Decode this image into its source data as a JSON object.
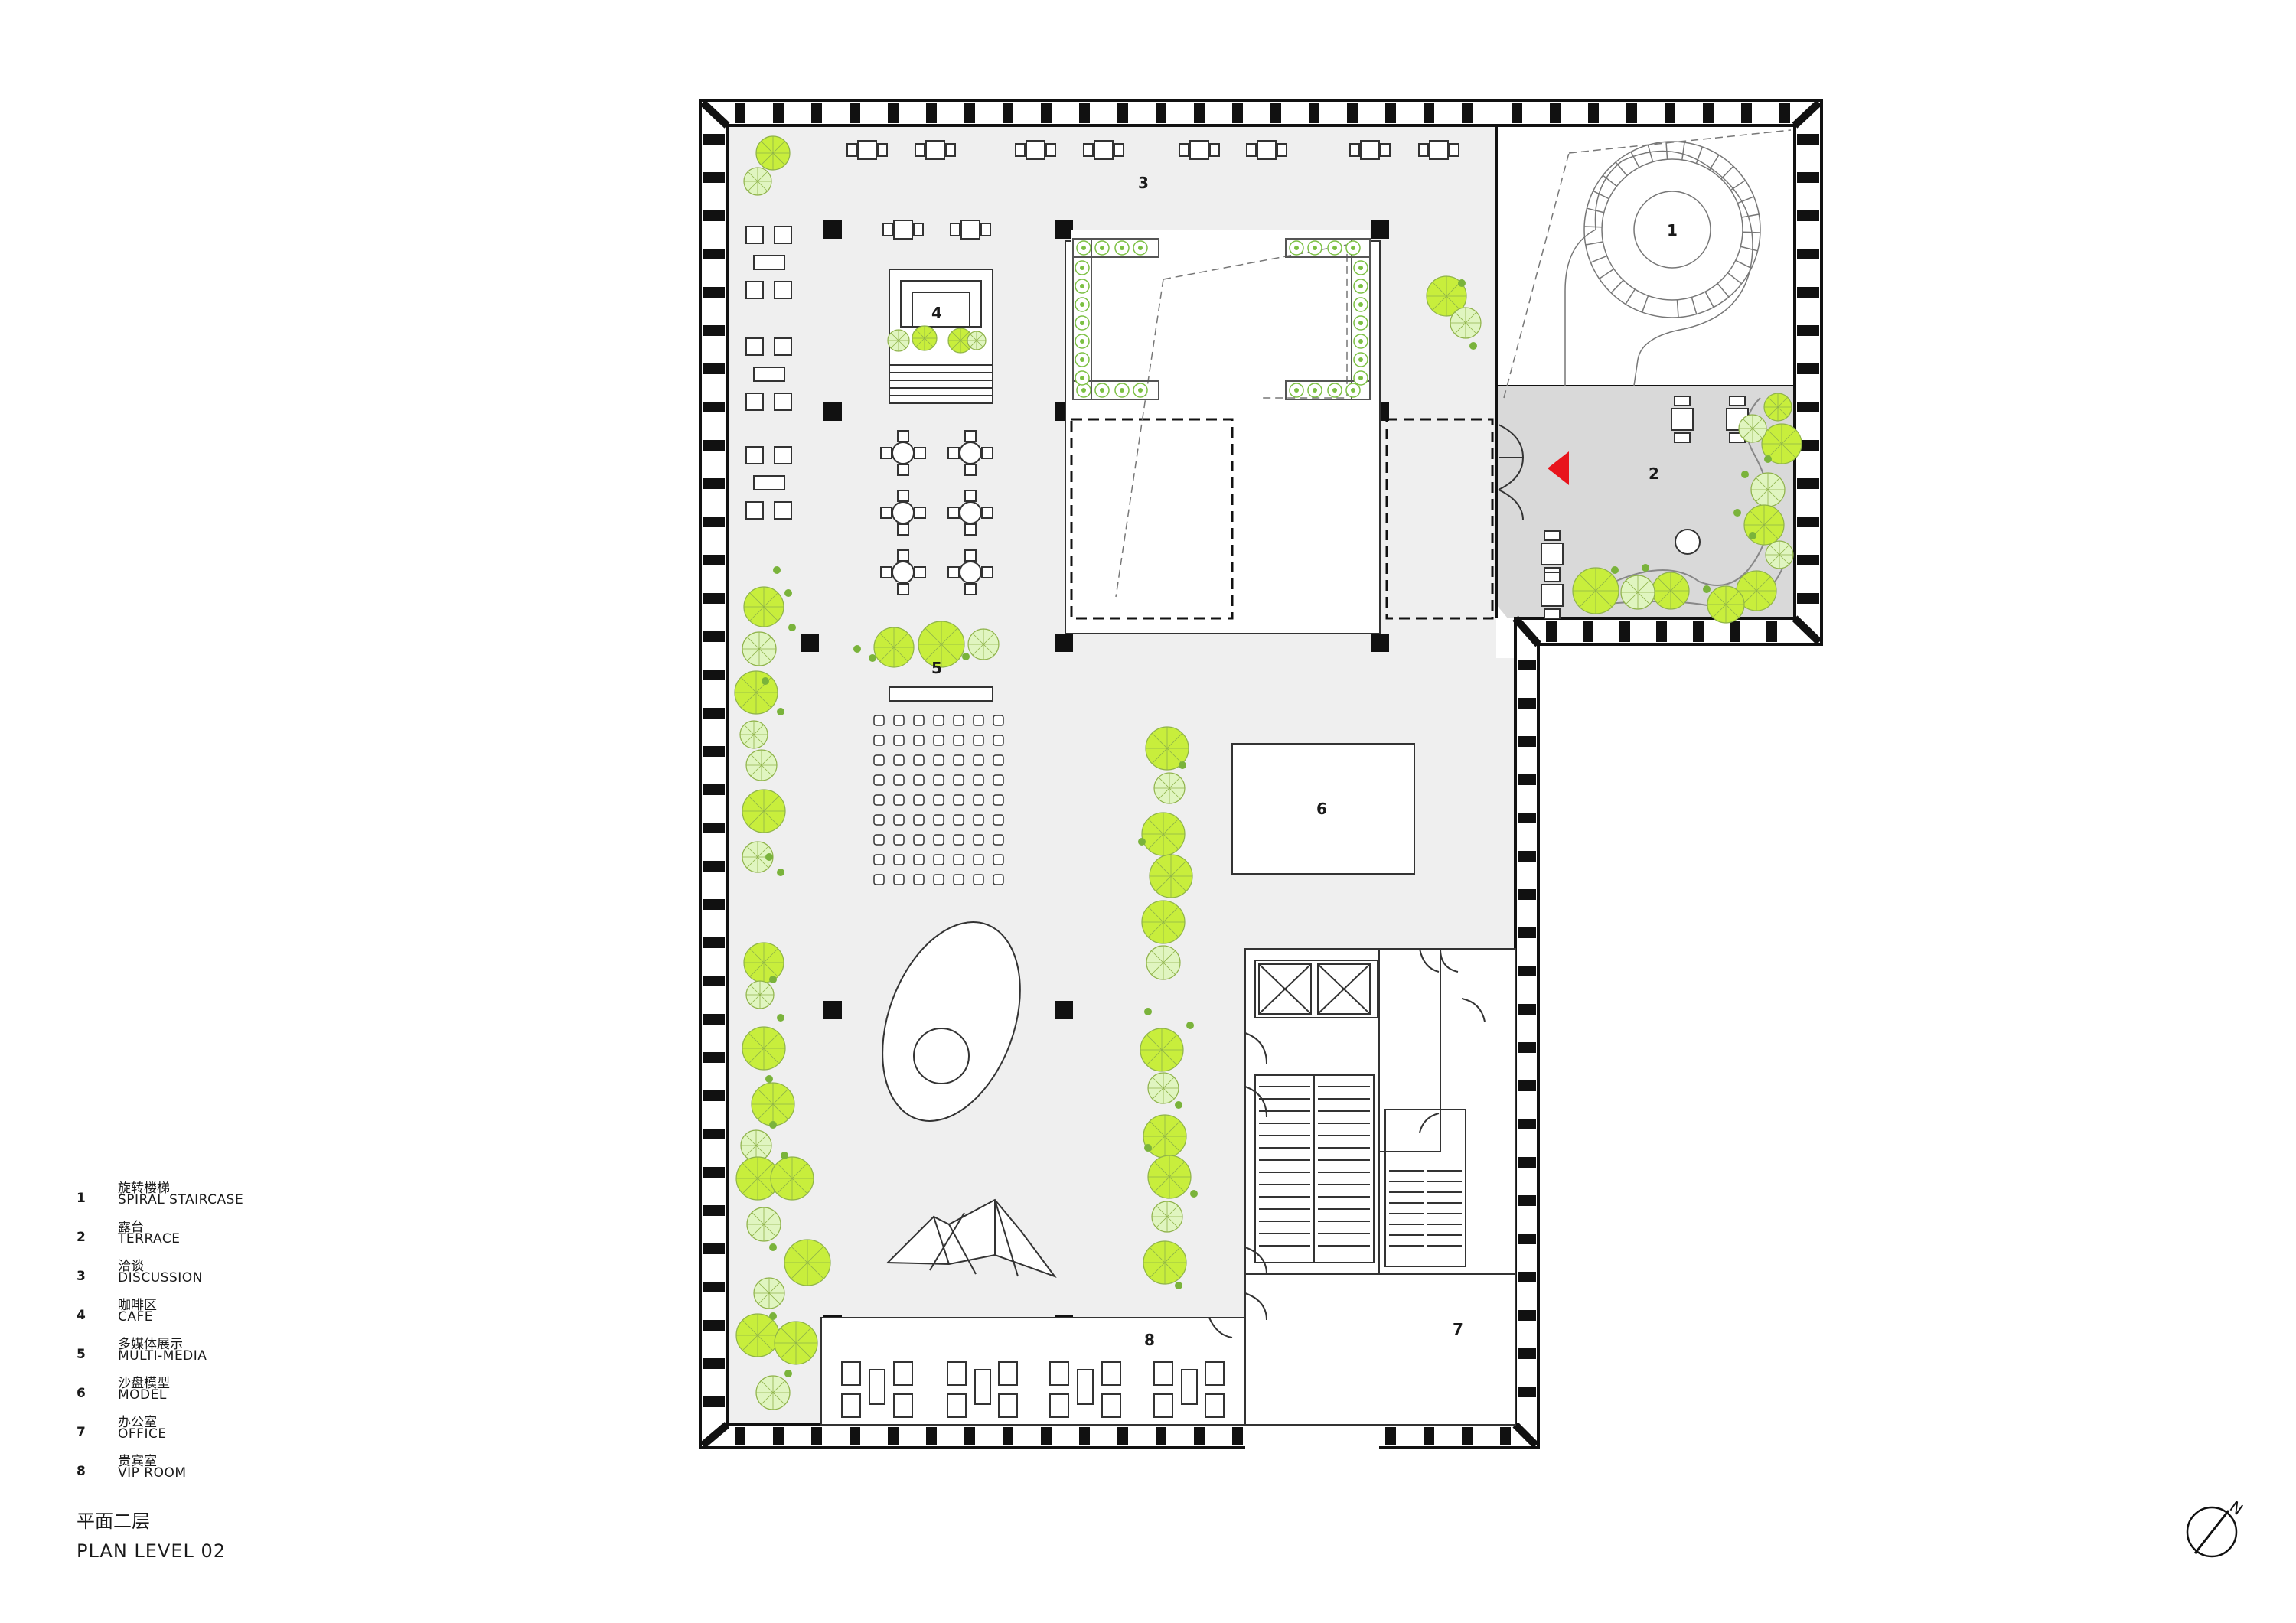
{
  "legend": {
    "items": [
      {
        "num": "1",
        "cn": "旋转楼梯",
        "en": "SPIRAL STAIRCASE"
      },
      {
        "num": "2",
        "cn": "露台",
        "en": "TERRACE"
      },
      {
        "num": "3",
        "cn": "洽谈",
        "en": "DISCUSSION"
      },
      {
        "num": "4",
        "cn": "咖啡区",
        "en": "CAFE"
      },
      {
        "num": "5",
        "cn": "多媒体展示",
        "en": "MULTI-MEDIA"
      },
      {
        "num": "6",
        "cn": "沙盘模型",
        "en": "MODEL"
      },
      {
        "num": "7",
        "cn": "办公室",
        "en": "OFFICE"
      },
      {
        "num": "8",
        "cn": "贵宾室",
        "en": "VIP ROOM"
      }
    ]
  },
  "plan": {
    "title_cn": "平面二层",
    "title_en": "PLAN LEVEL 02",
    "room_labels": [
      "1",
      "2",
      "3",
      "4",
      "5",
      "6",
      "7",
      "8"
    ],
    "north_label": "N"
  },
  "colors": {
    "floor": "#efefef",
    "wall": "#111111",
    "lime_tree": "#c8ee3c",
    "pale_tree": "#e0f5c0",
    "entrance_arrow": "#e8141c",
    "terrace": "#d9d9d9"
  }
}
